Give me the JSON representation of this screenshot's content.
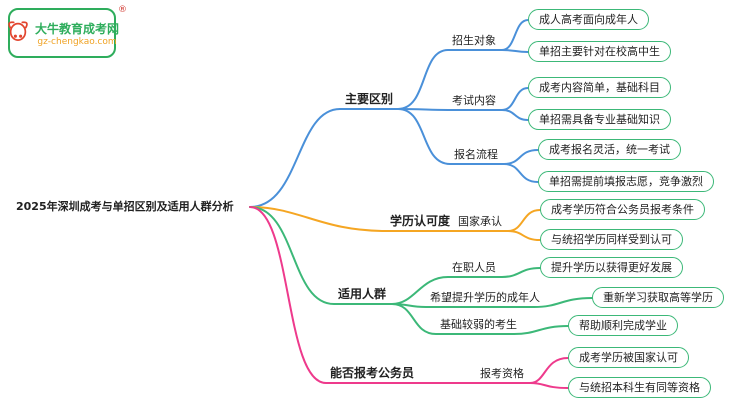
{
  "page": {
    "background": "#ffffff"
  },
  "logo": {
    "title": "大牛教育成考网",
    "url": "gz-chengkao.com",
    "registered_mark": "®",
    "border_color": "#2ead5c",
    "title_color": "#2ead5c",
    "url_color": "#f0a325",
    "icon": "bull-icon",
    "icon_color": "#e2452f"
  },
  "root": {
    "label": "2025年深圳成考与单招区别及适用人群分析"
  },
  "leaf_style": {
    "border_color": "#3cb878"
  },
  "branches": [
    {
      "label": "主要区别",
      "color": "#4a90d9",
      "children": [
        {
          "label": "招生对象",
          "leaves": [
            "成人高考面向成年人",
            "单招主要针对在校高中生"
          ]
        },
        {
          "label": "考试内容",
          "leaves": [
            "成考内容简单，基础科目",
            "单招需具备专业基础知识"
          ]
        },
        {
          "label": "报名流程",
          "leaves": [
            "成考报名灵活，统一考试",
            "单招需提前填报志愿，竞争激烈"
          ]
        }
      ]
    },
    {
      "label": "学历认可度",
      "color": "#f5a623",
      "children": [
        {
          "label": "国家承认",
          "leaves": [
            "成考学历符合公务员报考条件",
            "与统招学历同样受到认可"
          ]
        }
      ]
    },
    {
      "label": "适用人群",
      "color": "#3cb878",
      "children": [
        {
          "label": "在职人员",
          "leaves": [
            "提升学历以获得更好发展"
          ]
        },
        {
          "label": "希望提升学历的成年人",
          "leaves": [
            "重新学习获取高等学历"
          ]
        },
        {
          "label": "基础较弱的考生",
          "leaves": [
            "帮助顺利完成学业"
          ]
        }
      ]
    },
    {
      "label": "能否报考公务员",
      "color": "#ee3a8c",
      "children": [
        {
          "label": "报考资格",
          "leaves": [
            "成考学历被国家认可",
            "与统招本科生有同等资格"
          ]
        }
      ]
    }
  ]
}
